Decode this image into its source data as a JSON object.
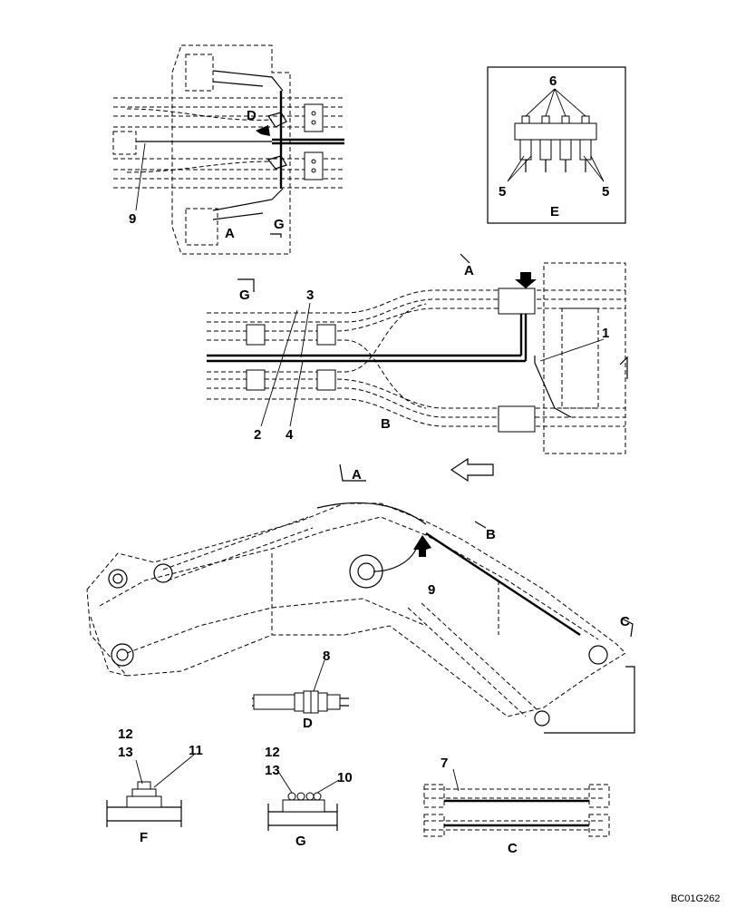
{
  "drawing_code": "BC01G262",
  "views": {
    "A": "A",
    "B": "B",
    "C": "C",
    "D": "D",
    "E": "E",
    "F": "F",
    "G": "G"
  },
  "section_markers": {
    "a_top": "A",
    "a_mid": "A",
    "b_boom": "B",
    "c_boom": "C",
    "d_detail": "D",
    "g_top": "G",
    "g_mid": "G"
  },
  "callouts": {
    "n1": "1",
    "n2": "2",
    "n3": "3",
    "n4": "4",
    "n5a": "5",
    "n5b": "5",
    "n6": "6",
    "n7": "7",
    "n8": "8",
    "n9a": "9",
    "n9b": "9",
    "n10": "10",
    "n11": "11",
    "n12a": "12",
    "n13a": "13",
    "n12b": "12",
    "n13b": "13"
  }
}
